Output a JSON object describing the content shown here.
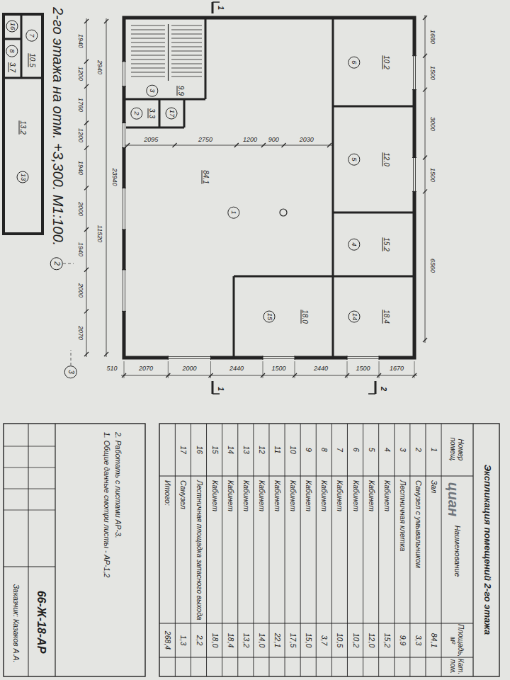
{
  "diagram": {
    "title": "2-го этажа на отм. +3,300. М1:100.",
    "labels": [
      "Экспликация помещений 2-го этажа",
      "Номер помещ.",
      "Наименование",
      "Площадь, м²",
      "Кат. пом.",
      "1",
      "Зал",
      "84,1",
      "2",
      "Санузел с умывальником",
      "3,3",
      "3",
      "Лестничная клетка",
      "9,9",
      "4",
      "Кабинет",
      "15,2",
      "5",
      "Кабинет",
      "12,0",
      "6",
      "Кабинет",
      "10,2",
      "7",
      "Кабинет",
      "10,5",
      "8",
      "Кабинет",
      "3,7",
      "9",
      "Кабинет",
      "15,0",
      "10",
      "Кабинет",
      "17,5",
      "11",
      "Кабинет",
      "22,1",
      "12",
      "Кабинет",
      "14,0",
      "13",
      "Кабинет",
      "13,2",
      "14",
      "Кабинет",
      "18,4",
      "15",
      "Кабинет",
      "18,0",
      "16",
      "Лестничная площадка запасного выхода",
      "2,2",
      "17",
      "Санузел",
      "1,3",
      "Итого:",
      "268,4",
      "1. Общие данные смотри листы - АР-1,2",
      "2. Работать с листами АР-3.",
      "66-Ж-18-АР",
      "Заказчик: Казаков А.А.",
      "1",
      "2",
      "3",
      "4",
      "5",
      "6",
      "7",
      "8",
      "13",
      "14",
      "15",
      "16",
      "17",
      "84.1",
      "3.3",
      "9.9",
      "15.2",
      "12.0",
      "10.2",
      "10.5",
      "3.7",
      "13.2",
      "18.4",
      "18.0",
      "1940",
      "1200",
      "1760",
      "1200",
      "1940",
      "2000",
      "1940",
      "2000",
      "2070",
      "2940",
      "11520",
      "23940",
      "2070",
      "2000",
      "2440",
      "1500",
      "2440",
      "1500",
      "1670",
      "510",
      "1680",
      "1500",
      "3000",
      "1500",
      "6560",
      "2095",
      "2750",
      "1200",
      "900",
      "2030",
      "1",
      "1",
      "2",
      "2",
      "3",
      "циан"
    ]
  }
}
